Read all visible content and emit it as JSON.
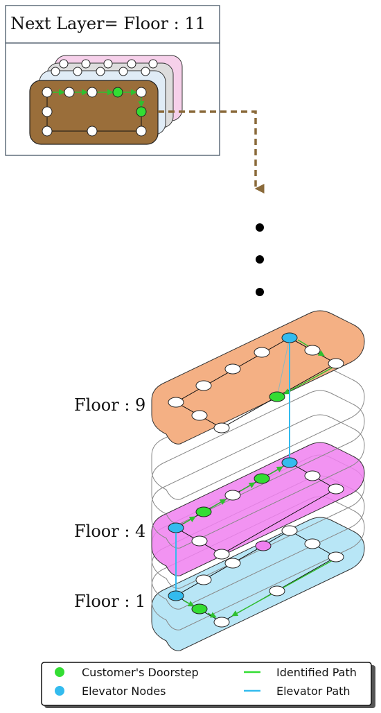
{
  "next_layer": {
    "title": "Next Layer= Floor : 11"
  },
  "floors": {
    "floor9": "Floor : 9",
    "floor4": "Floor : 4",
    "floor1": "Floor : 1"
  },
  "legend": {
    "doorstep": "Customer's Doorstep",
    "elevator_nodes": "Elevator Nodes",
    "identified_path": "Identified Path",
    "elevator_path": "Elevator Path"
  },
  "colors": {
    "doorstep": "#33dd33",
    "elevator": "#33bbee",
    "floor9": "#f4b084",
    "floor4": "#f080f0",
    "floor1": "#b8e6f6",
    "next_layer": "#9a6e3a",
    "connector": "#8a6a3a"
  }
}
